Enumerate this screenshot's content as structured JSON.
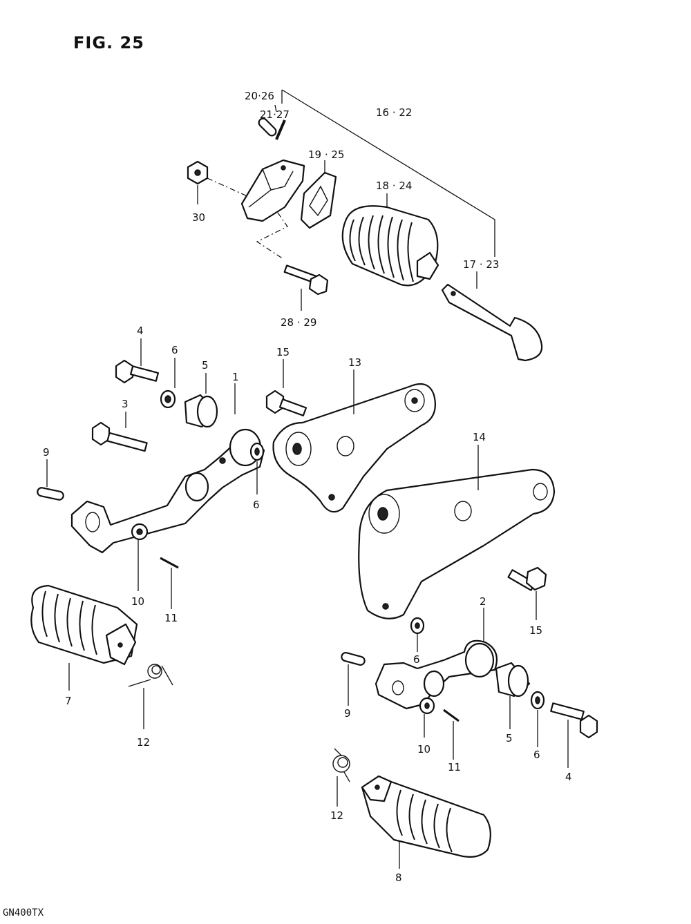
{
  "figure": {
    "title": "FIG. 25",
    "model": "GN400TX"
  },
  "callouts": [
    {
      "id": "20-26",
      "text": "20·26"
    },
    {
      "id": "21-27",
      "text": "21·27"
    },
    {
      "id": "16-22",
      "text": "16 · 22"
    },
    {
      "id": "19-25",
      "text": "19 · 25"
    },
    {
      "id": "18-24",
      "text": "18 · 24"
    },
    {
      "id": "17-23",
      "text": "17 · 23"
    },
    {
      "id": "30",
      "text": "30"
    },
    {
      "id": "28-29",
      "text": "28 · 29"
    },
    {
      "id": "4a",
      "text": "4"
    },
    {
      "id": "6a",
      "text": "6"
    },
    {
      "id": "5a",
      "text": "5"
    },
    {
      "id": "1",
      "text": "1"
    },
    {
      "id": "15a",
      "text": "15"
    },
    {
      "id": "13",
      "text": "13"
    },
    {
      "id": "3",
      "text": "3"
    },
    {
      "id": "9a",
      "text": "9"
    },
    {
      "id": "6b",
      "text": "6"
    },
    {
      "id": "14",
      "text": "14"
    },
    {
      "id": "10a",
      "text": "10"
    },
    {
      "id": "11a",
      "text": "11"
    },
    {
      "id": "15b",
      "text": "15"
    },
    {
      "id": "7",
      "text": "7"
    },
    {
      "id": "12a",
      "text": "12"
    },
    {
      "id": "2",
      "text": "2"
    },
    {
      "id": "6c",
      "text": "6"
    },
    {
      "id": "9b",
      "text": "9"
    },
    {
      "id": "10b",
      "text": "10"
    },
    {
      "id": "11b",
      "text": "11"
    },
    {
      "id": "5b",
      "text": "5"
    },
    {
      "id": "6d",
      "text": "6"
    },
    {
      "id": "4b",
      "text": "4"
    },
    {
      "id": "12b",
      "text": "12"
    },
    {
      "id": "8",
      "text": "8"
    }
  ]
}
